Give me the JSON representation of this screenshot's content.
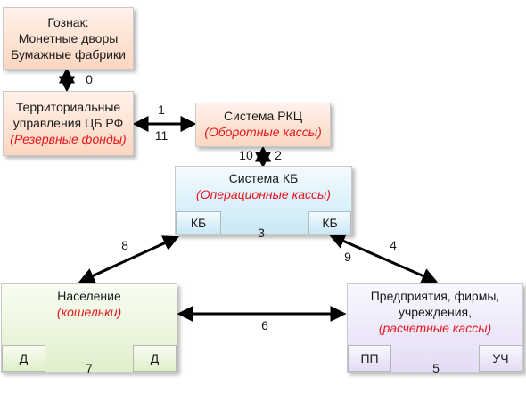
{
  "nodes": {
    "goznak": {
      "lines": [
        "Гознак:",
        "Монетные дворы",
        "Бумажные фабрики"
      ]
    },
    "territorial": {
      "lines": [
        "Территориальные",
        "управления ЦБ РФ"
      ],
      "note": "(Резервные фонды)"
    },
    "rkc": {
      "title": "Система РКЦ",
      "note": "(Оборотные кассы)"
    },
    "kb": {
      "title": "Система КБ",
      "note": "(Операционные кассы)",
      "left_sub": "КБ",
      "right_sub": "КБ"
    },
    "population": {
      "title": "Население",
      "note": "(кошельки)",
      "left_sub": "Д",
      "right_sub": "Д"
    },
    "enterprises": {
      "lines": [
        "Предприятия, фирмы,",
        "учреждения,"
      ],
      "note": "(расчетные кассы)",
      "left_sub": "ПП",
      "right_sub": "УЧ"
    }
  },
  "flows": {
    "goznak_territorial": "0",
    "territorial_to_rkc": "1",
    "rkc_to_territorial": "11",
    "rkc_to_kb": "2",
    "kb_to_rkc": "10",
    "kb_internal": "3",
    "kb_to_enterprises": "4",
    "enterprises_to_kb": "9",
    "enterprises_internal": "5",
    "population_enterprises": "6",
    "population_internal": "7",
    "kb_population": "8"
  },
  "colors": {
    "peach": "#fbd6c0",
    "blue": "#c9e8f6",
    "green": "#e0efcc",
    "violet": "#e3dcf4",
    "note_red": "#e8141b",
    "arrow": "#000000"
  }
}
